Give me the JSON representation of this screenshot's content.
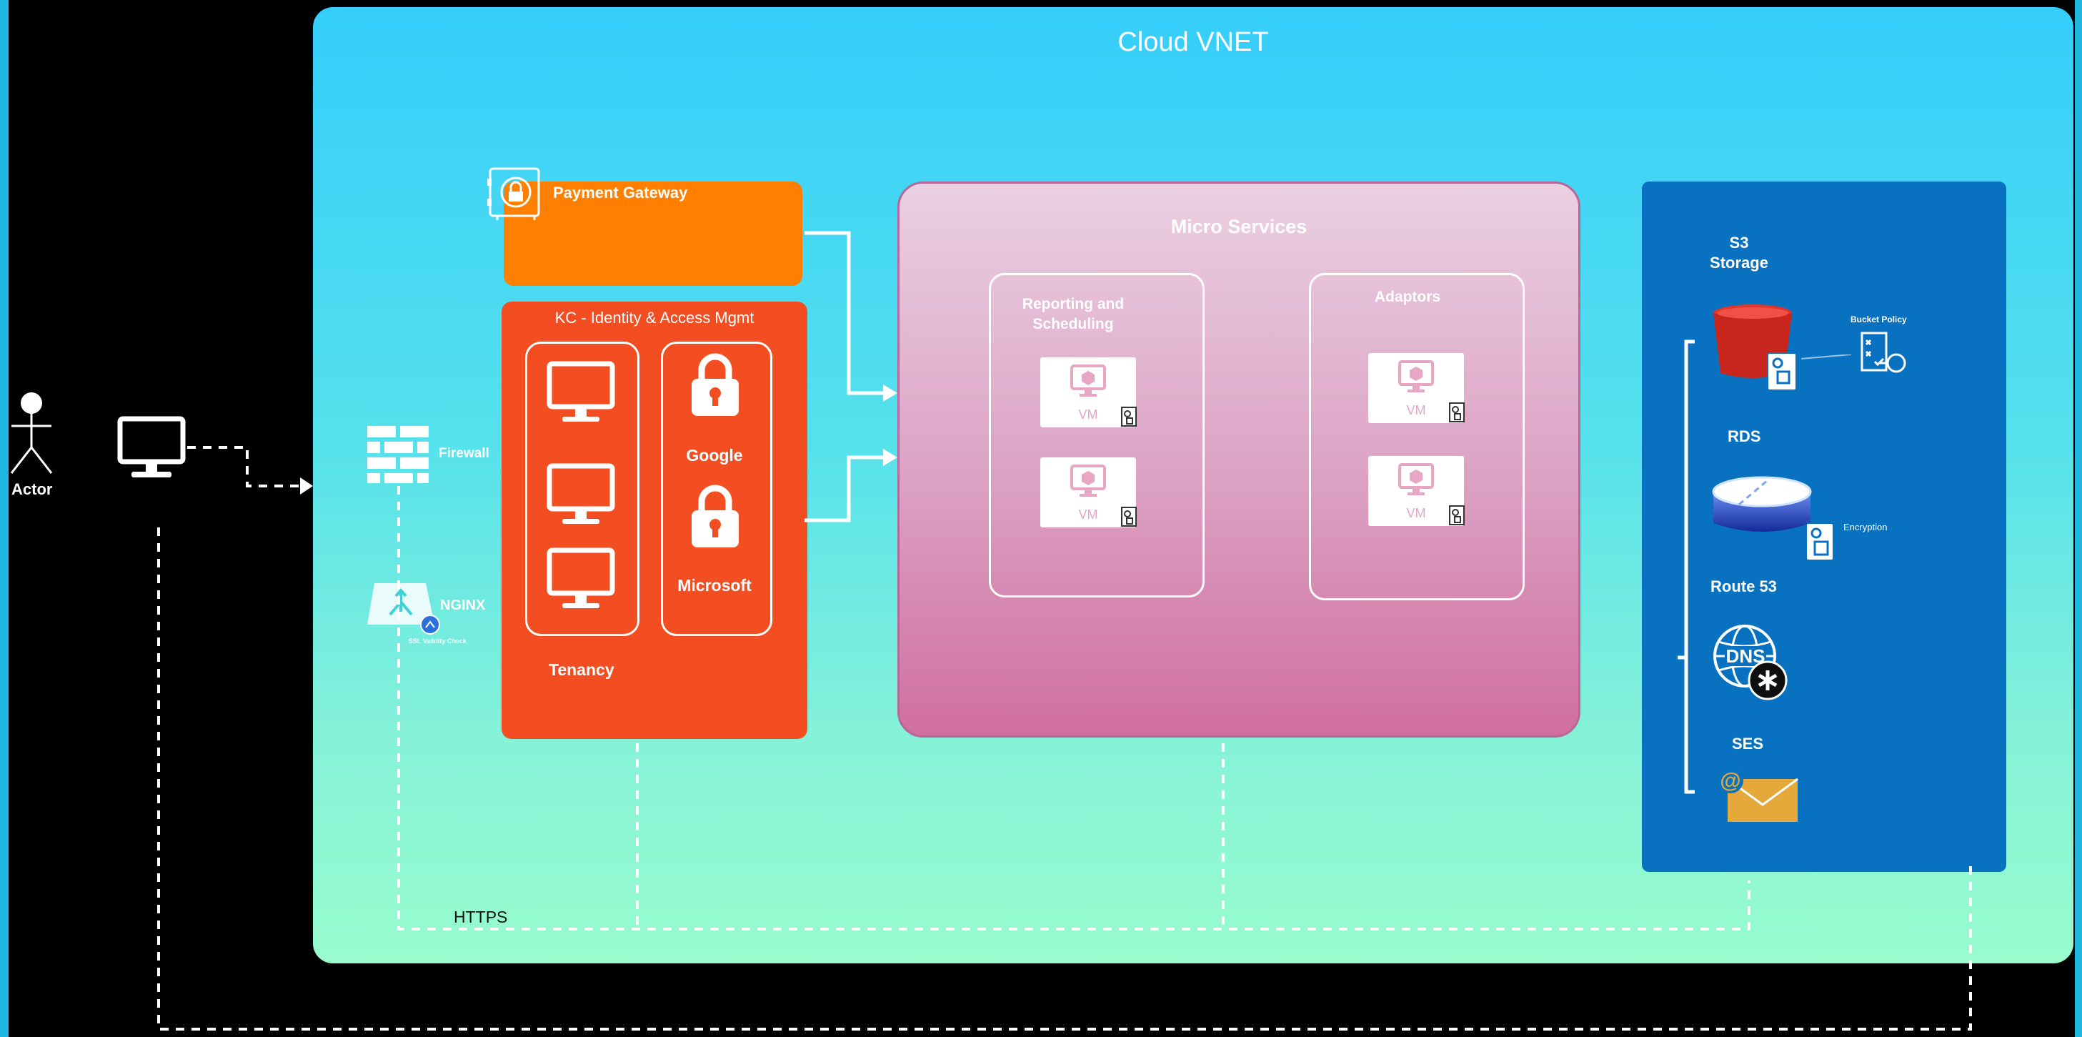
{
  "title": "Cloud VNET",
  "actor": {
    "label": "Actor"
  },
  "edge": {
    "firewall": "Firewall",
    "nginx": "NGINX",
    "ssl": "SSL Validity Check"
  },
  "payment": {
    "title": "Payment Gateway"
  },
  "kc": {
    "title": "KC - Identity & Access Mgmt",
    "google": "Google",
    "microsoft": "Microsoft",
    "tenancy": "Tenancy"
  },
  "micro": {
    "title": "Micro Services",
    "reporting": "Reporting and Scheduling",
    "adaptors": "Adaptors",
    "vm_label": "VM"
  },
  "aws": {
    "s3": "S3 Storage",
    "bucket_policy": "Bucket Policy",
    "rds": "RDS",
    "encryption": "Encryption",
    "route53": "Route 53",
    "dns": "DNS",
    "ses": "SES"
  },
  "link_label": "HTTPS",
  "colors": {
    "vnet_top": "#35cdfb",
    "vnet_bottom": "#98fccd",
    "payment": "#ff7f00",
    "kc": "#f24e22",
    "micro": "#d06f9f",
    "aws": "#0972c0"
  }
}
